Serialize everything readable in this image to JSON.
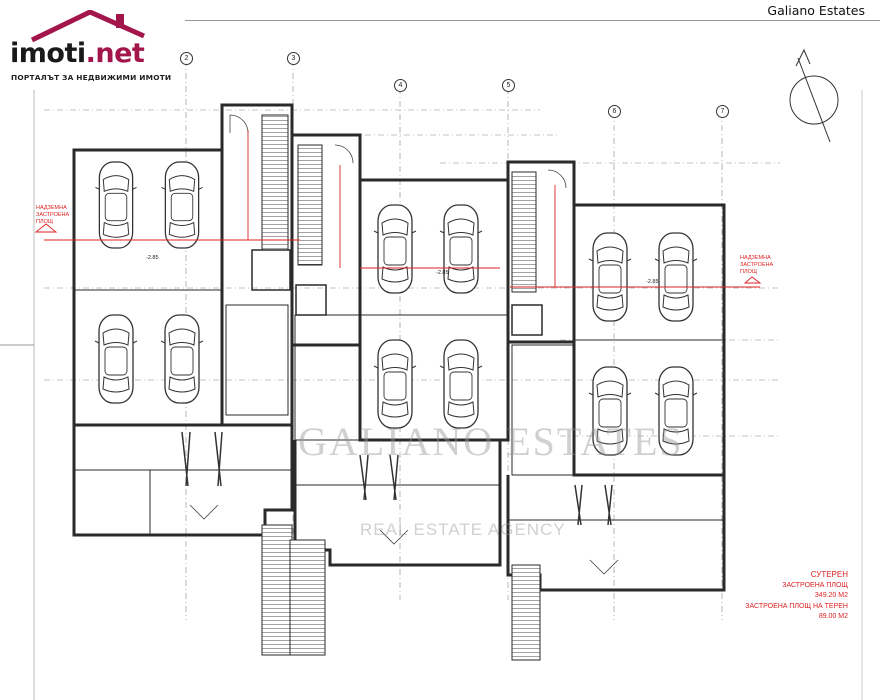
{
  "logo": {
    "wordmark_main": "imoti",
    "wordmark_accent": ".net",
    "tagline": "ПОРТАЛЪТ ЗА НЕДВИЖИМИ ИМОТИ"
  },
  "brand": "Galiano Estates",
  "watermark": {
    "main": "GALIANO ESTATES",
    "sub": "REAL ESTATE AGENCY"
  },
  "legend": {
    "title": "СУТЕРЕН",
    "built_area_label": "ЗАСТРОЕНА ПЛОЩ",
    "built_area_value": "349.20 М2",
    "ground_area_label": "ЗАСТРОЕНА ПЛОЩ НА ТЕРЕН",
    "ground_area_value": "89.00 М2"
  },
  "red_labels": {
    "left": [
      "НАДЗЕМНА",
      "ЗАСТРОЕНА",
      "ПЛОЩ"
    ],
    "right": [
      "НАДЗЕМНА",
      "ЗАСТРОЕНА",
      "ПЛОЩ"
    ]
  },
  "axes": [
    "2",
    "3",
    "4",
    "5",
    "6",
    "7"
  ],
  "level_marks": [
    "-2.85",
    "-2.85",
    "-2.85"
  ],
  "colors": {
    "accent": "#a3164b",
    "annotation": "#dd2222",
    "wall": "#2a2a2a"
  },
  "compass_icon": "north-arrow-icon"
}
